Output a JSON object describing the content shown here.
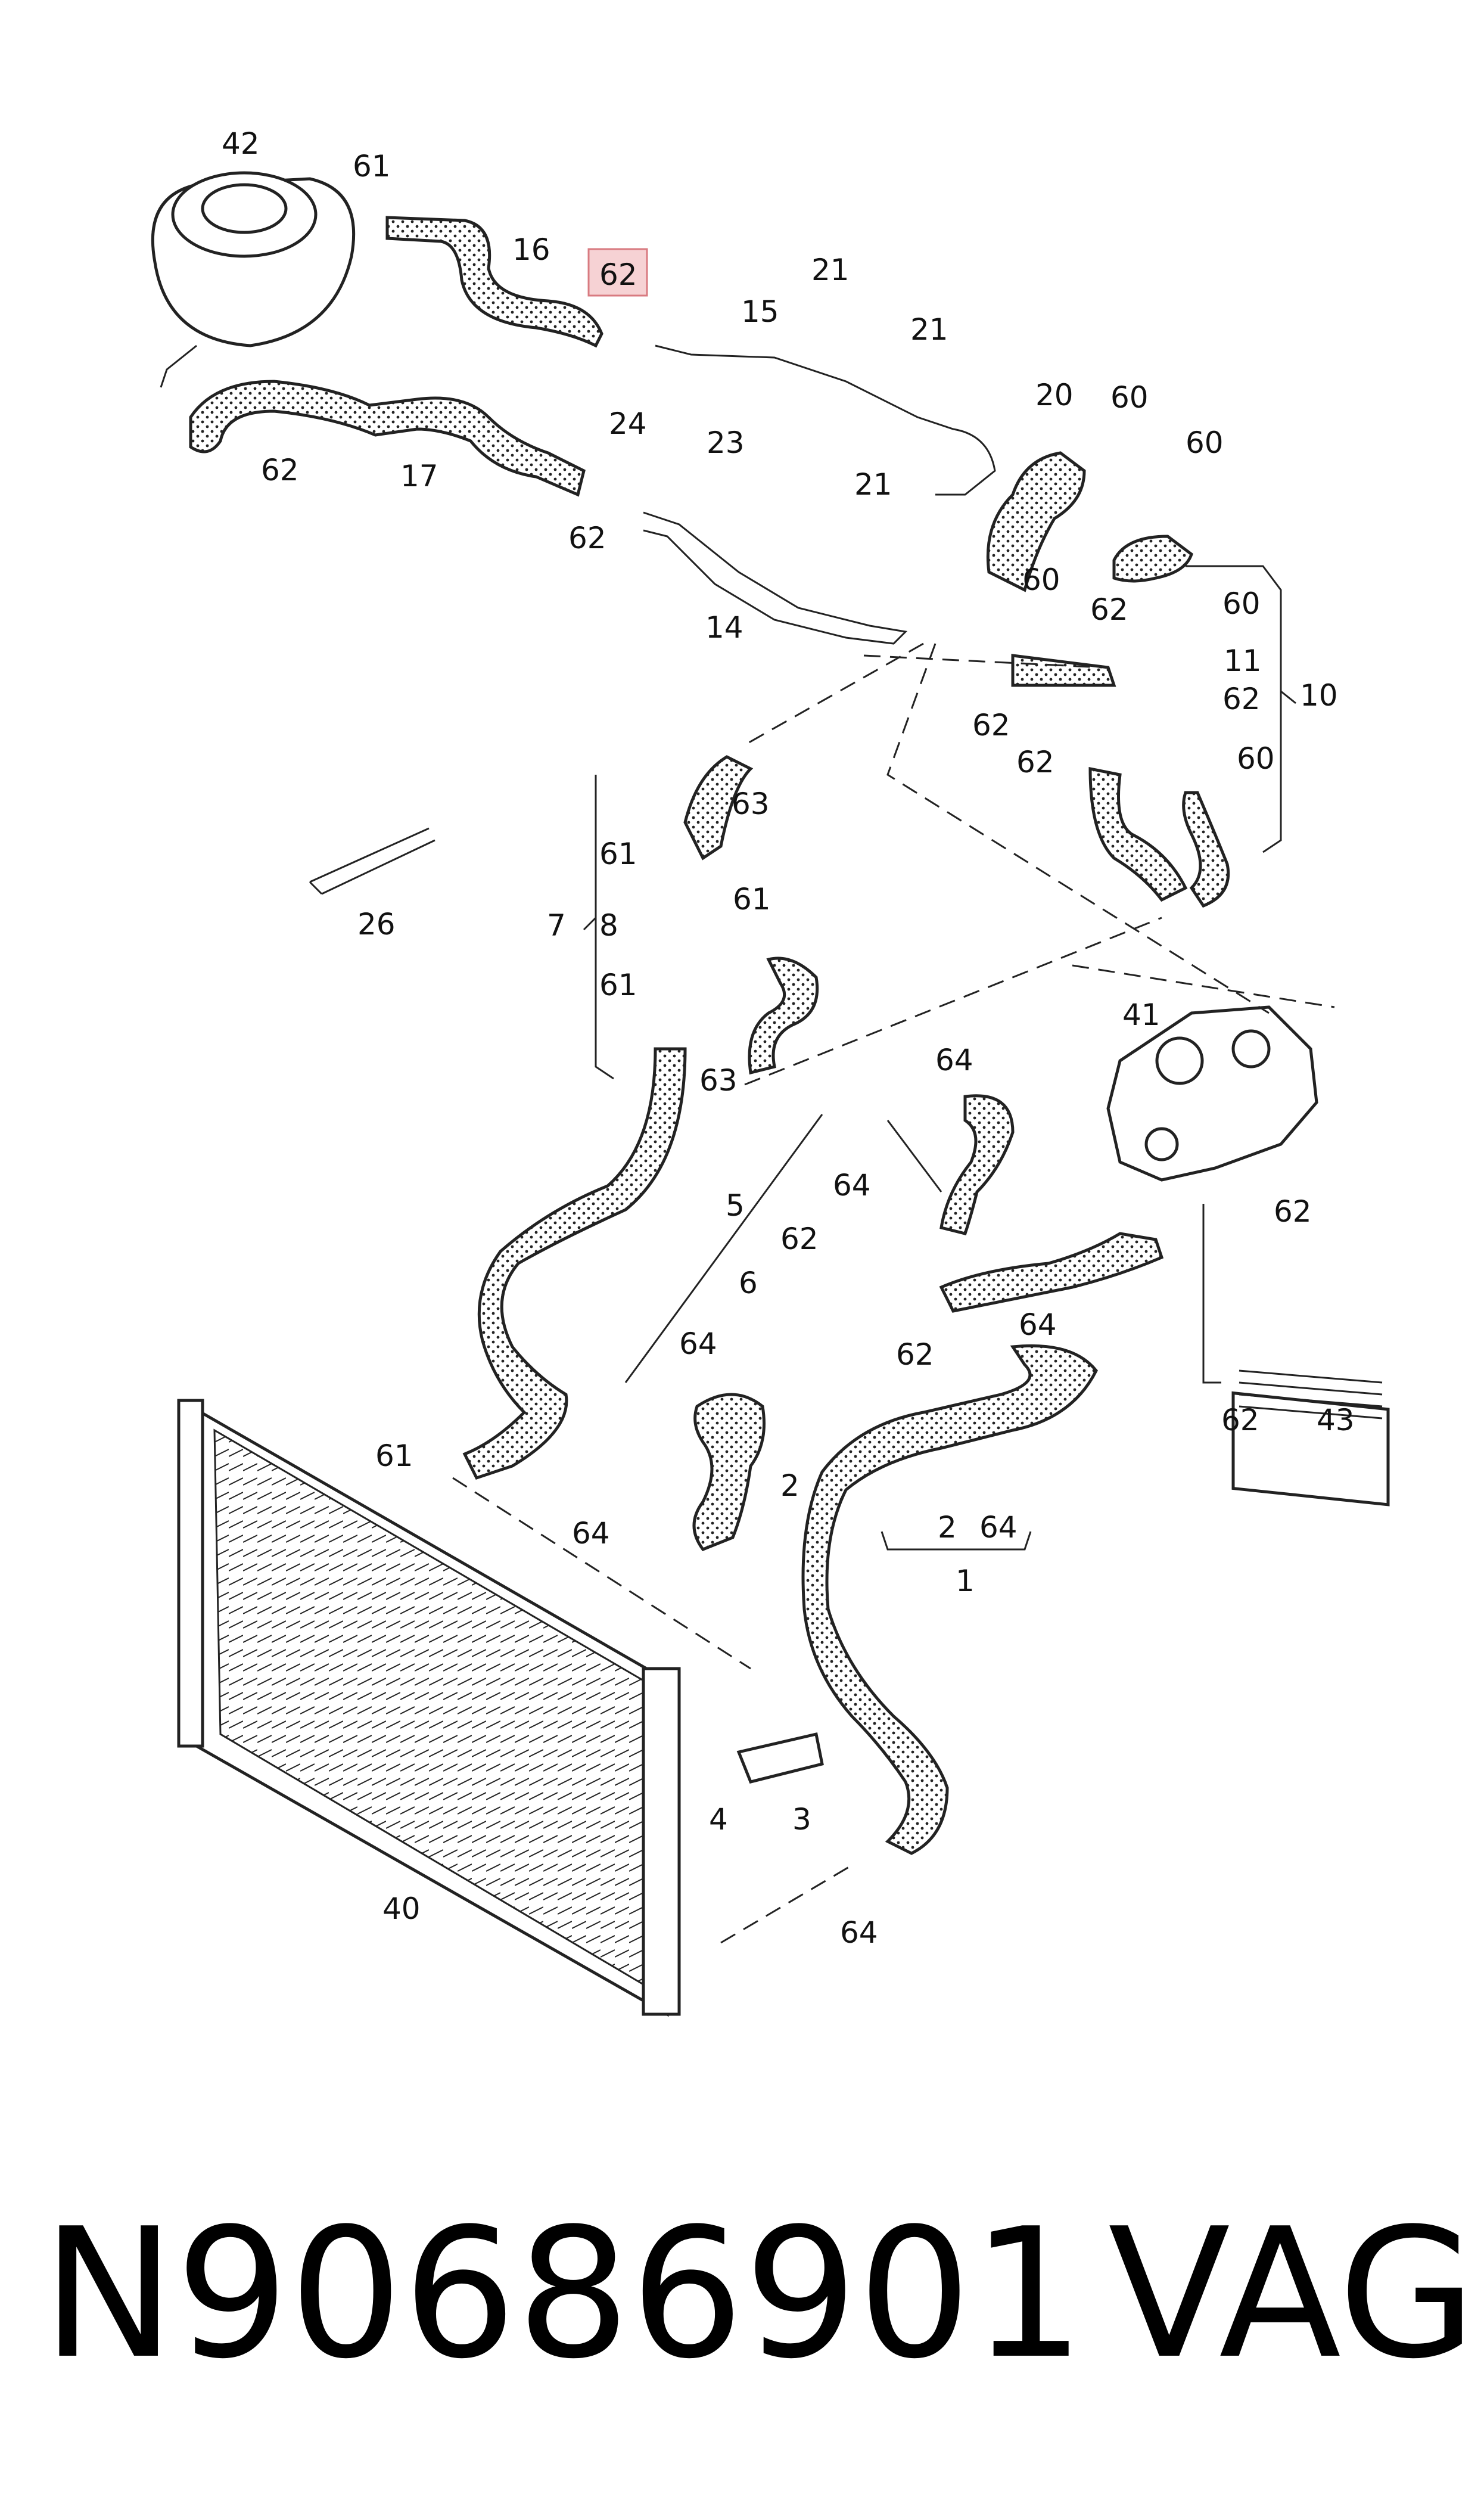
{
  "diagram": {
    "callouts": [
      {
        "id": "c42a",
        "text": "42"
      },
      {
        "id": "c61a",
        "text": "61"
      },
      {
        "id": "c16",
        "text": "16"
      },
      {
        "id": "c62hl",
        "text": "62"
      },
      {
        "id": "c21a",
        "text": "21"
      },
      {
        "id": "c15",
        "text": "15"
      },
      {
        "id": "c21b",
        "text": "21"
      },
      {
        "id": "c20",
        "text": "20"
      },
      {
        "id": "c60a",
        "text": "60"
      },
      {
        "id": "c60b",
        "text": "60"
      },
      {
        "id": "c24",
        "text": "24"
      },
      {
        "id": "c62a",
        "text": "62"
      },
      {
        "id": "c17",
        "text": "17"
      },
      {
        "id": "c23",
        "text": "23"
      },
      {
        "id": "c62b",
        "text": "62"
      },
      {
        "id": "c21c",
        "text": "21"
      },
      {
        "id": "c14",
        "text": "14"
      },
      {
        "id": "c60c",
        "text": "60"
      },
      {
        "id": "c62c",
        "text": "62"
      },
      {
        "id": "c60d",
        "text": "60"
      },
      {
        "id": "c11",
        "text": "11"
      },
      {
        "id": "c62d",
        "text": "62"
      },
      {
        "id": "c10",
        "text": "10"
      },
      {
        "id": "c62e",
        "text": "62"
      },
      {
        "id": "c62f",
        "text": "62"
      },
      {
        "id": "c60e",
        "text": "60"
      },
      {
        "id": "c63a",
        "text": "63"
      },
      {
        "id": "c61b",
        "text": "61"
      },
      {
        "id": "c26",
        "text": "26"
      },
      {
        "id": "c61c",
        "text": "61"
      },
      {
        "id": "c7",
        "text": "7"
      },
      {
        "id": "c8",
        "text": "8"
      },
      {
        "id": "c61d",
        "text": "61"
      },
      {
        "id": "c41",
        "text": "41"
      },
      {
        "id": "c64a",
        "text": "64"
      },
      {
        "id": "c63b",
        "text": "63"
      },
      {
        "id": "c64b",
        "text": "64"
      },
      {
        "id": "c5",
        "text": "5"
      },
      {
        "id": "c62g",
        "text": "62"
      },
      {
        "id": "c62h",
        "text": "62"
      },
      {
        "id": "c6",
        "text": "6"
      },
      {
        "id": "c64c",
        "text": "64"
      },
      {
        "id": "c62i",
        "text": "62"
      },
      {
        "id": "c64d",
        "text": "64"
      },
      {
        "id": "c62j",
        "text": "62"
      },
      {
        "id": "c43",
        "text": "43"
      },
      {
        "id": "c61e",
        "text": "61"
      },
      {
        "id": "c2a",
        "text": "2"
      },
      {
        "id": "c2b",
        "text": "2"
      },
      {
        "id": "c64e",
        "text": "64"
      },
      {
        "id": "c1",
        "text": "1"
      },
      {
        "id": "c64f",
        "text": "64"
      },
      {
        "id": "c4",
        "text": "4"
      },
      {
        "id": "c3",
        "text": "3"
      },
      {
        "id": "c40",
        "text": "40"
      },
      {
        "id": "c64g",
        "text": "64"
      }
    ]
  },
  "footer": {
    "part_number": "N90686901",
    "brand": "VAG"
  },
  "colors": {
    "highlight_fill": "#f6d2d4",
    "highlight_border": "#d87a80",
    "line": "#222222"
  }
}
